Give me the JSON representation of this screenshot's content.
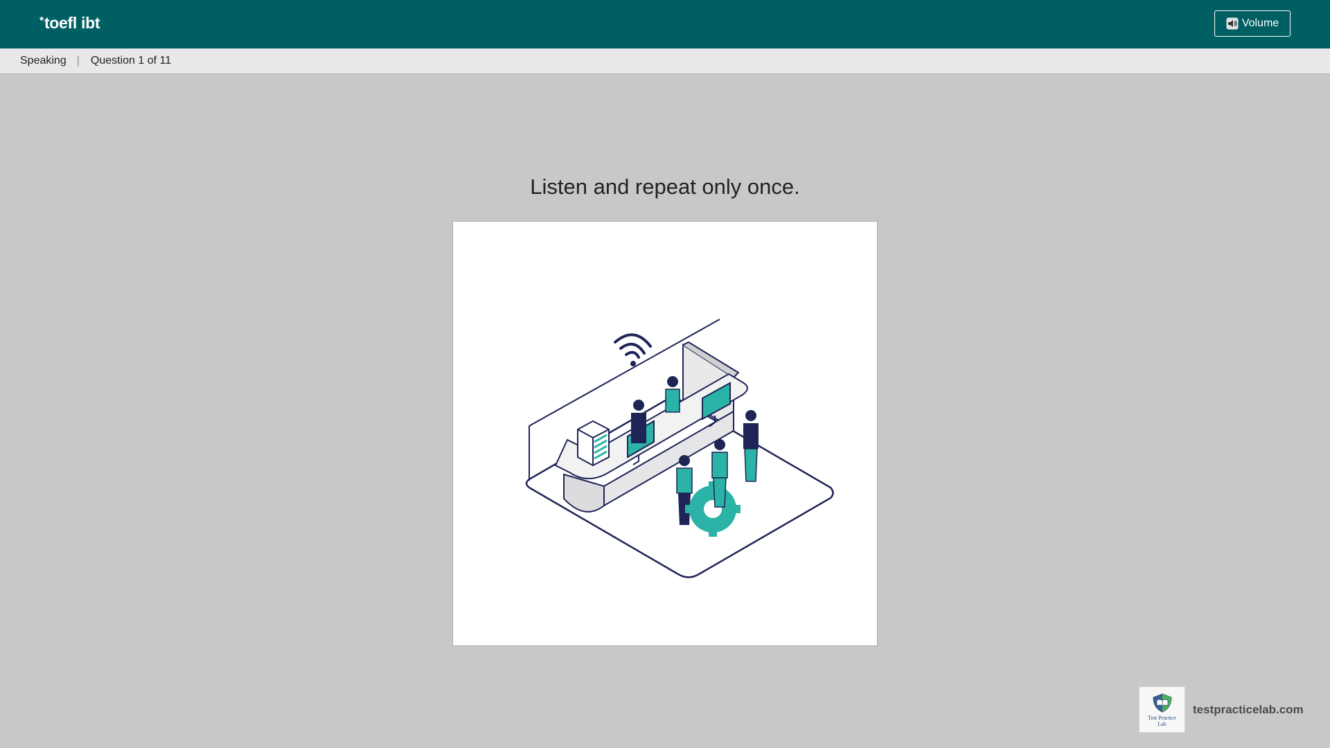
{
  "header": {
    "logo_star": "*",
    "logo_text": "toefl ibt",
    "volume_label": "Volume",
    "volume_icon": "speaker-icon"
  },
  "breadcrumb": {
    "section": "Speaking",
    "separator": "|",
    "question": "Question 1 of 11"
  },
  "main": {
    "instruction": "Listen and repeat only once.",
    "illustration": "help-desk-illustration"
  },
  "footer": {
    "brand_logo_line1": "Test Practice",
    "brand_logo_line2": "Lab",
    "brand_url": "testpracticelab.com"
  },
  "colors": {
    "header_bg": "#005f63",
    "page_bg": "#c8c8c8",
    "subbar_bg": "#e8e8e8",
    "illustration_navy": "#1e2456",
    "illustration_teal": "#2ab3a6"
  }
}
